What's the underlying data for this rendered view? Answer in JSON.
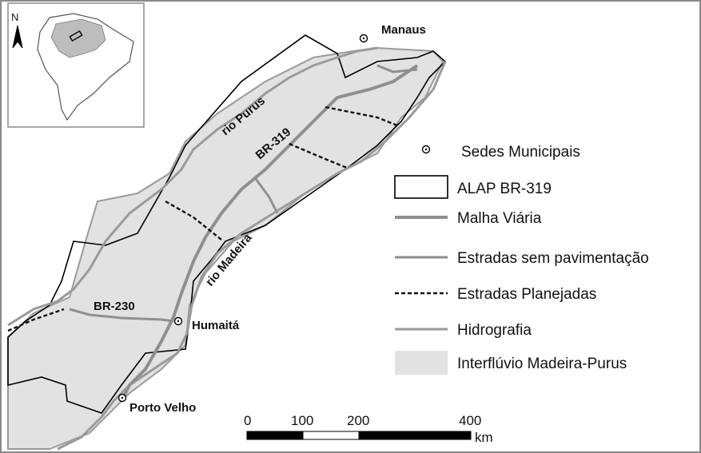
{
  "north_label": "N",
  "cities": [
    {
      "id": "manaus",
      "label": "Manaus"
    },
    {
      "id": "humaita",
      "label": "Humaitá"
    },
    {
      "id": "porto-velho",
      "label": "Porto Velho"
    }
  ],
  "map_labels": {
    "rio_purus": "rio Purus",
    "rio_madeira": "rio Madeira",
    "br319": "BR-319",
    "br230": "BR-230"
  },
  "legend": [
    {
      "id": "sedes",
      "label": "Sedes Municipais"
    },
    {
      "id": "alap",
      "label": "ALAP BR-319"
    },
    {
      "id": "malha",
      "label": "Malha Viária"
    },
    {
      "id": "sem-pav",
      "label": "Estradas sem pavimentação"
    },
    {
      "id": "planejadas",
      "label": "Estradas Planejadas"
    },
    {
      "id": "hidro",
      "label": "Hidrografia"
    },
    {
      "id": "interfluvio",
      "label": "Interflúvio Madeira-Purus"
    }
  ],
  "scale": {
    "ticks": [
      "0",
      "100",
      "200",
      "400"
    ],
    "unit": "km"
  },
  "colors": {
    "interfluvio_fill": "#e2e2e2",
    "road_gray": "#8f8f8f",
    "river_gray": "#9a9a9a",
    "alap_stroke": "#000000"
  }
}
